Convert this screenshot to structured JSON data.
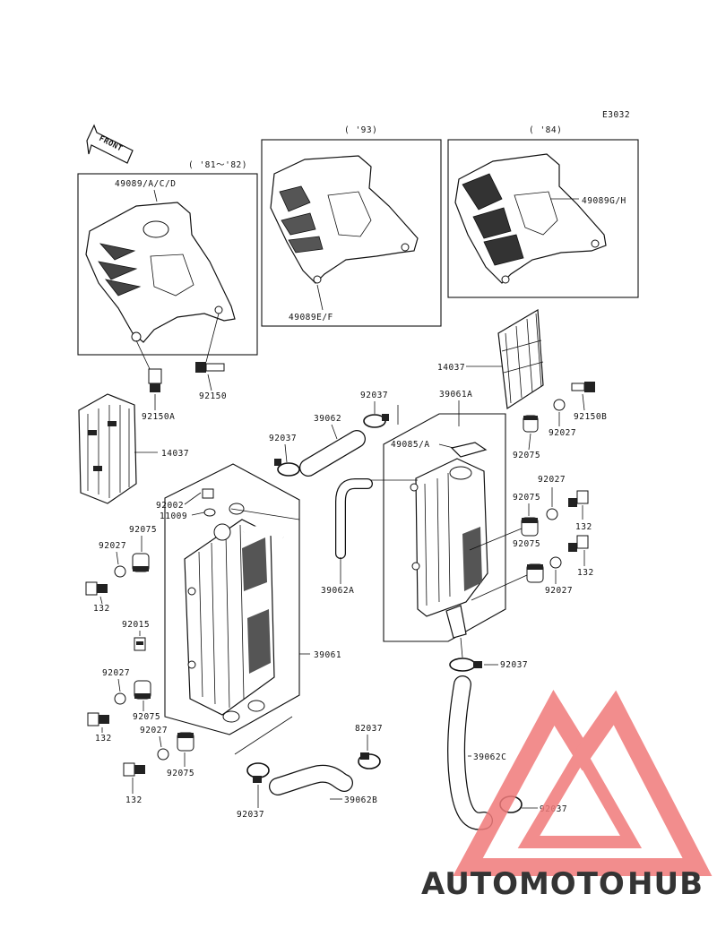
{
  "diagram_code": "E3032",
  "front_label": "FRONT",
  "years": {
    "box1": "( '81～'82)",
    "box2": "( '93)",
    "box3": "( '84)"
  },
  "callouts": {
    "p49089acd": "49089/A/C/D",
    "p49089ef": "49089E/F",
    "p49089gh": "49089G/H",
    "p14037_top": "14037",
    "p14037_left": "14037",
    "p92150": "92150",
    "p92150a": "92150A",
    "p92150b": "92150B",
    "p92037_a": "92037",
    "p92037_b": "92037",
    "p92037_c": "92037",
    "p92037_d": "92037",
    "p92037_e": "92037",
    "p82037": "82037",
    "p39062": "39062",
    "p39062a": "39062A",
    "p39062b": "39062B",
    "p39062c": "39062C",
    "p39061a": "39061A",
    "p39061": "39061",
    "p49085a": "49085/A",
    "p92027_a": "92027",
    "p92027_b": "92027",
    "p92027_c": "92027",
    "p92027_d": "92027",
    "p92027_e": "92027",
    "p92027_f": "92027",
    "p92075_a": "92075",
    "p92075_b": "92075",
    "p92075_c": "92075",
    "p92075_d": "92075",
    "p92075_e": "92075",
    "p92075_f": "92075",
    "p92002": "92002",
    "p11009": "11009",
    "p92015": "92015",
    "p132_a": "132",
    "p132_b": "132",
    "p132_c": "132",
    "p132_d": "132",
    "p132_e": "132"
  },
  "watermark": {
    "part1": "AUTOMOTO",
    "part2": "HUB",
    "color1": "#f4a07a",
    "color2": "#8a8a8a",
    "triangle_color": "#f07a7a"
  }
}
